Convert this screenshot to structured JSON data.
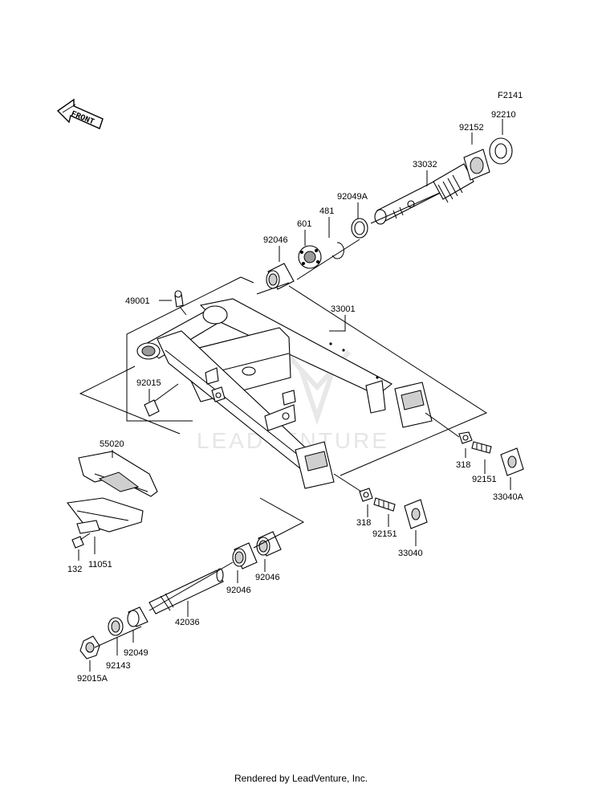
{
  "figure_code": "F2141",
  "front_arrow_label": "FRONT",
  "watermark": "LEADVENTURE",
  "footer": "Rendered by LeadVenture, Inc.",
  "part_labels": {
    "p92210": "92210",
    "p92152": "92152",
    "p33032": "33032",
    "p92049A": "92049A",
    "p481": "481",
    "p601": "601",
    "p92046_top": "92046",
    "p49001": "49001",
    "p33001": "33001",
    "p92015": "92015",
    "p55020": "55020",
    "p318_right": "318",
    "p92151_right": "92151",
    "p33040A": "33040A",
    "p318_mid": "318",
    "p92151_mid": "92151",
    "p33040": "33040",
    "p92046_mid": "92046",
    "p92046_low": "92046",
    "p42036": "42036",
    "p11051": "11051",
    "p132": "132",
    "p92049": "92049",
    "p92143": "92143",
    "p92015A": "92015A"
  }
}
